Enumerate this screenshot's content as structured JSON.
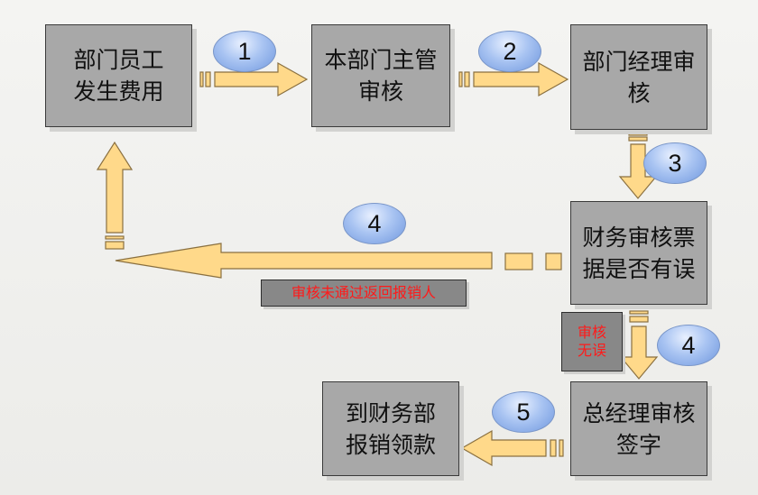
{
  "nodes": {
    "employee": "部门员工\n发生费用",
    "dept_supervisor": "本部门主管\n审核",
    "dept_manager": "部门经理审\n核",
    "finance_check": "财务审核票\n据是否有误",
    "gm_sign": "总经理审核\n签字",
    "reimburse": "到财务部\n报销领款"
  },
  "steps": {
    "s1": "1",
    "s2": "2",
    "s3": "3",
    "s4a": "4",
    "s4b": "4",
    "s5": "5"
  },
  "labels": {
    "rejected": "审核未通过返回报销人",
    "approved": "审核\n无误"
  },
  "colors": {
    "box_fill": "#a8a8a8",
    "arrow_fill": "#ffd98a",
    "arrow_stroke": "#8a7040",
    "badge_fill": "#9fbcef",
    "label_text": "#ff1a1a"
  }
}
